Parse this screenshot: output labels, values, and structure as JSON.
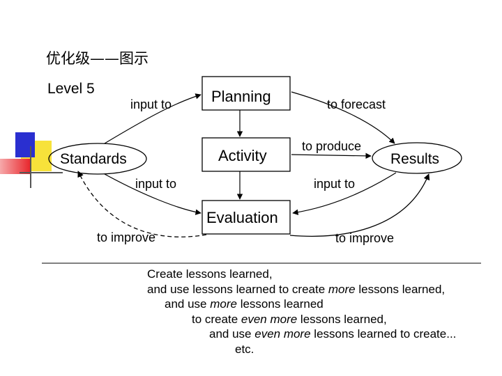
{
  "slide": {
    "title": "优化级——图示",
    "level": "Level 5"
  },
  "nodes": {
    "standards": "Standards",
    "planning": "Planning",
    "activity": "Activity",
    "evaluation": "Evaluation",
    "results": "Results"
  },
  "edge_labels": {
    "standards_to_planning": "input to",
    "standards_to_evaluation": "input to",
    "planning_to_results": "to forecast",
    "activity_to_results": "to produce",
    "results_to_evaluation": "input to",
    "evaluation_to_standards": "to improve",
    "evaluation_to_results": "to improve"
  },
  "notes": {
    "line1": "Create lessons learned,",
    "line2_a": "and use lessons learned to create ",
    "line2_em": "more",
    "line2_b": " lessons learned,",
    "line3_a": "and use ",
    "line3_em": "more",
    "line3_b": " lessons learned",
    "line4_a": "to create ",
    "line4_em": "even more",
    "line4_b": " lessons learned,",
    "line5_a": "and use ",
    "line5_em": "even more",
    "line5_b": " lessons learned to create...",
    "line6": "etc."
  },
  "colors": {
    "deco_blue": "#2a2fd0",
    "deco_yellow": "#f7e23a",
    "deco_red": "#e8242a",
    "line": "#000000"
  }
}
